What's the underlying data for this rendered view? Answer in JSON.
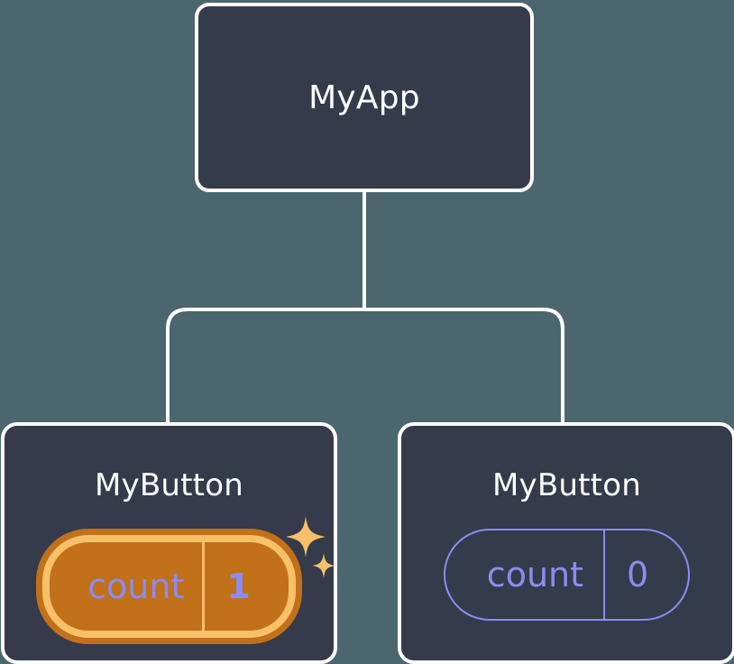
{
  "diagram": {
    "type": "component-tree",
    "background_color": "#4c666f",
    "root": {
      "label": "MyApp"
    },
    "children": [
      {
        "label": "MyButton",
        "highlighted": true,
        "state": {
          "key": "count",
          "value": "1"
        },
        "sparkle_icons": [
          "sparkle-large-icon",
          "sparkle-small-icon"
        ]
      },
      {
        "label": "MyButton",
        "highlighted": false,
        "state": {
          "key": "count",
          "value": "0"
        }
      }
    ],
    "colors": {
      "node_fill": "#353b4a",
      "node_border": "#ffffff",
      "connector": "#ffffff",
      "state_accent": "#8b8cf0",
      "highlight_outer": "#c2701a",
      "highlight_inner": "#f9c06a"
    }
  }
}
